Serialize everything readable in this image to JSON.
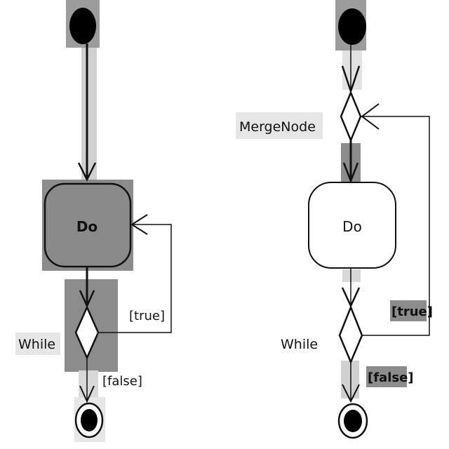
{
  "colors": {
    "background": "#ffffff",
    "line": "#111111",
    "highlight_dark": "#8c8c8c",
    "highlight_light": "#cccccc",
    "label_bg": "#e6e6e6",
    "node_fill": "#000000"
  },
  "left_diagram": {
    "action_label": "Do",
    "decision_label": "While",
    "guard_true": "[true]",
    "guard_false": "[false]"
  },
  "right_diagram": {
    "merge_label": "MergeNode",
    "action_label": "Do",
    "decision_label": "While",
    "guard_true": "[true]",
    "guard_false": "[false]"
  }
}
